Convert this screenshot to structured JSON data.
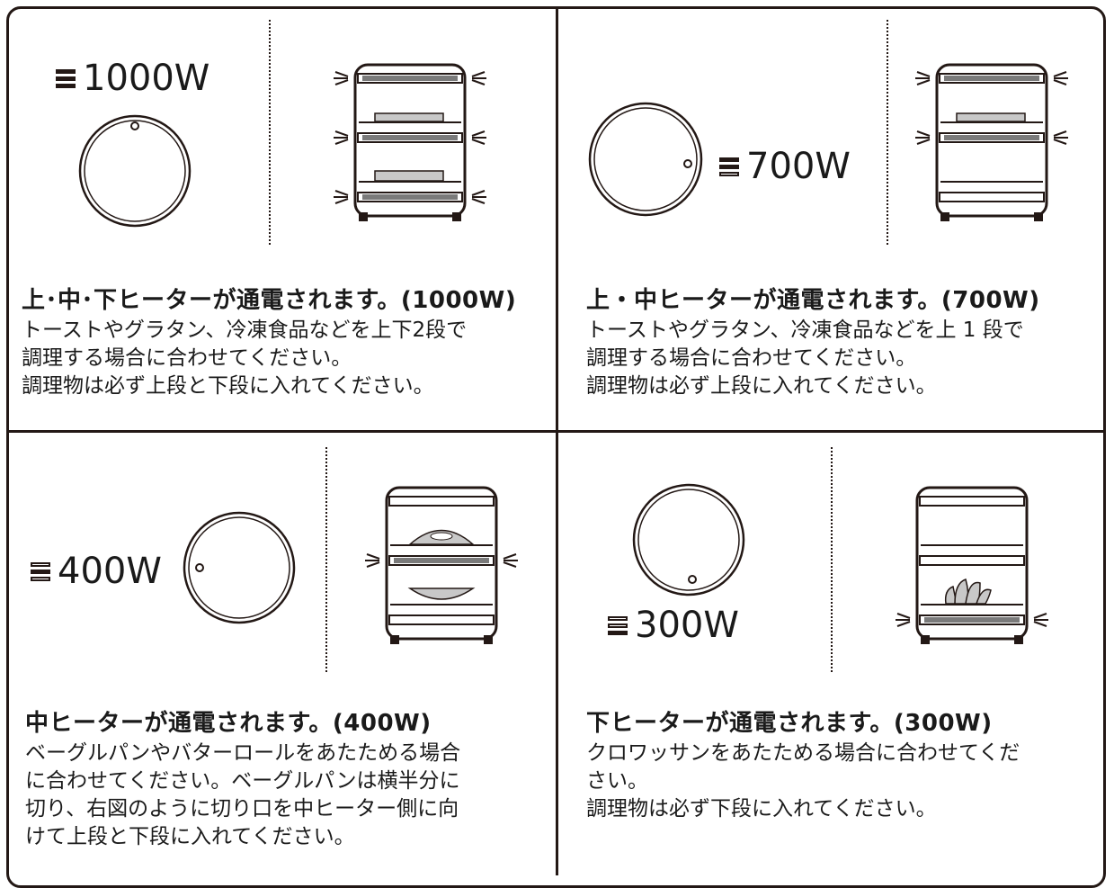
{
  "panels": [
    {
      "title": "上･中･下ヒーターが通電されます。(1000W)",
      "body": "トーストやグラタン、冷凍食品などを上下2段で\n調理する場合に合わせてください。\n調理物は必ず上段と下段に入れてください。",
      "watt": "1000W",
      "heaters_on": [
        "top",
        "middle",
        "bottom"
      ]
    },
    {
      "title": "上・中ヒーターが通電されます。(700W)",
      "body": "トーストやグラタン、冷凍食品などを上 1 段で\n調理する場合に合わせてください。\n調理物は必ず上段に入れてください。",
      "watt": "700W",
      "heaters_on": [
        "top",
        "middle"
      ]
    },
    {
      "title": "中ヒーターが通電されます。(400W)",
      "body": "ベーグルパンやバターロールをあたためる場合\nに合わせてください。ベーグルパンは横半分に\n切り、右図のように切り口を中ヒーター側に向\nけて上段と下段に入れてください。",
      "watt": "400W",
      "heaters_on": [
        "middle"
      ]
    },
    {
      "title": "下ヒーターが通電されます。(300W)",
      "body": "クロワッサンをあたためる場合に合わせてくだ\nさい。\n調理物は必ず下段に入れてください。",
      "watt": "300W",
      "heaters_on": [
        "bottom"
      ]
    }
  ],
  "colors": {
    "line": "#231815",
    "heater": "#7a7a7a",
    "tray": "#c8c8c8"
  }
}
